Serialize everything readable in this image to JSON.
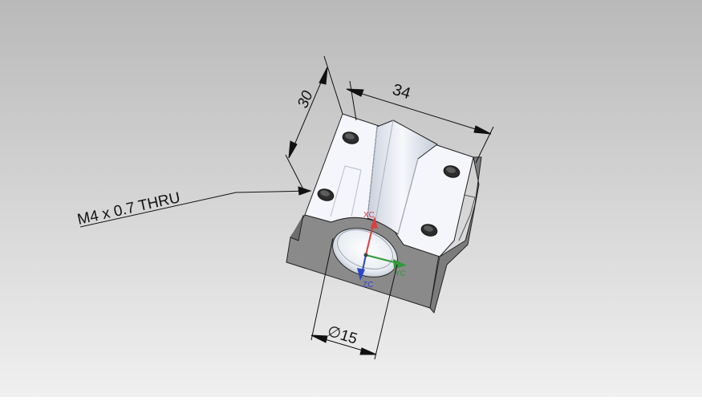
{
  "viewport": {
    "bg_top": "#b9b9b9",
    "bg_bottom": "#f0f0f0"
  },
  "dimensions": {
    "height": "30",
    "width": "34",
    "diameter": "∅15"
  },
  "callout": {
    "text": "M4 x 0.7 THRU"
  },
  "triad": {
    "x_label": "XC",
    "y_label": "YC",
    "z_label": "ZC",
    "x_color": "#d94040",
    "y_color": "#2f9a3a",
    "z_color": "#2c47c8"
  },
  "part": {
    "top_color": "#f4f6fb",
    "side_color": "#8a8a8a",
    "edge_color": "#222222"
  }
}
